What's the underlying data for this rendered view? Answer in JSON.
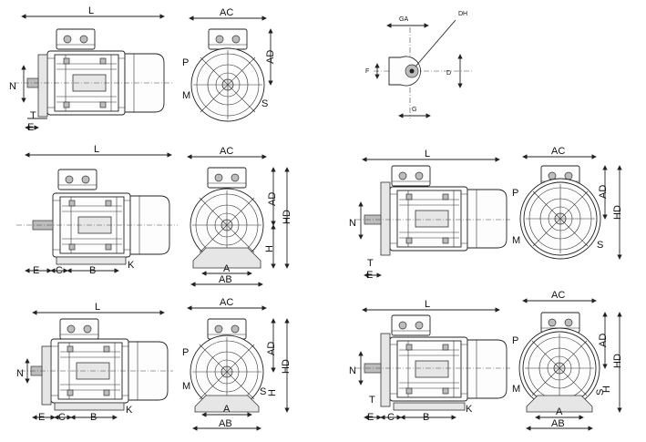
{
  "labels": {
    "L": "L",
    "AC": "AC",
    "AD": "AD",
    "HD": "HD",
    "H": "H",
    "N": "N",
    "T": "T",
    "E": "E",
    "C": "C",
    "B": "B",
    "K": "K",
    "A": "A",
    "AB": "AB",
    "P": "P",
    "M": "M",
    "S": "S",
    "GA": "GA",
    "DH": "DH",
    "F": "F",
    "D": "D",
    "G": "G"
  }
}
